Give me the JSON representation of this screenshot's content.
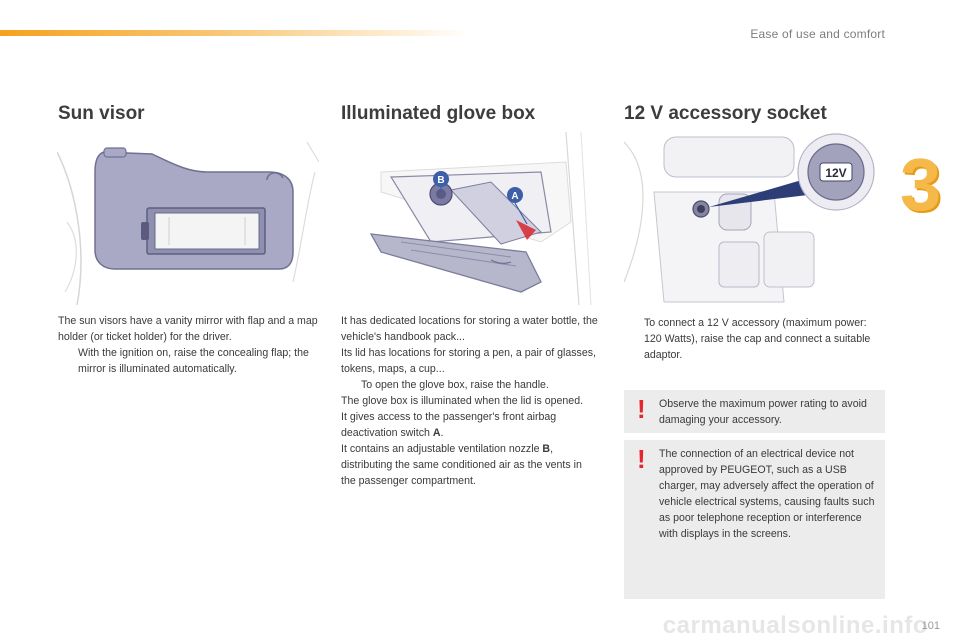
{
  "header": {
    "section_label": "Ease of use and comfort",
    "chapter_number": "3"
  },
  "sections": {
    "visor": {
      "title": "Sun visor",
      "intro": "The sun visors have a vanity mirror with flap and a map holder (or ticket holder) for the driver.",
      "bullet_symbol": "",
      "bullet": "With the ignition on, raise the concealing flap; the mirror is illuminated automatically."
    },
    "glove": {
      "title": "Illuminated glove box",
      "line1": "It has dedicated locations for storing a water bottle, the vehicle's handbook pack...",
      "line2": "Its lid has locations for storing a pen, a pair of glasses, tokens, maps, a cup...",
      "bullet_symbol": "",
      "bullet": "To open the glove box, raise the handle.",
      "line3": "The glove box is illuminated when the lid is opened.",
      "line4_pre": "It gives access to the passenger's front airbag deactivation switch ",
      "line4_bold": "A",
      "line4_post": ".",
      "line5_pre": "It contains an adjustable ventilation nozzle ",
      "line5_bold": "B",
      "line5_post": ", distributing the same conditioned air as the vents in the passenger compartment.",
      "callout_a": "A",
      "callout_b": "B"
    },
    "socket": {
      "title": "12 V accessory socket",
      "bullet_symbol": "",
      "bullet": "To connect a 12 V accessory (maximum power: 120 Watts), raise the cap and connect a suitable adaptor.",
      "socket_label": "12V",
      "warning_mark": "!",
      "warning1": "Observe the maximum power rating to avoid damaging your accessory.",
      "warning2": "The connection of an electrical device not approved by PEUGEOT, such as a USB charger, may adversely affect the operation of vehicle electrical systems, causing faults such as poor telephone reception or interference with displays in the screens."
    }
  },
  "footer": {
    "page_number": "101",
    "watermark": "carmanualsonline.info"
  },
  "colors": {
    "accent_orange": "#f6a21f",
    "warning_red": "#e4262e",
    "callout_blue": "#3c5fa8",
    "callout_red": "#d9272e",
    "visor_fill": "#a9a9c6"
  }
}
